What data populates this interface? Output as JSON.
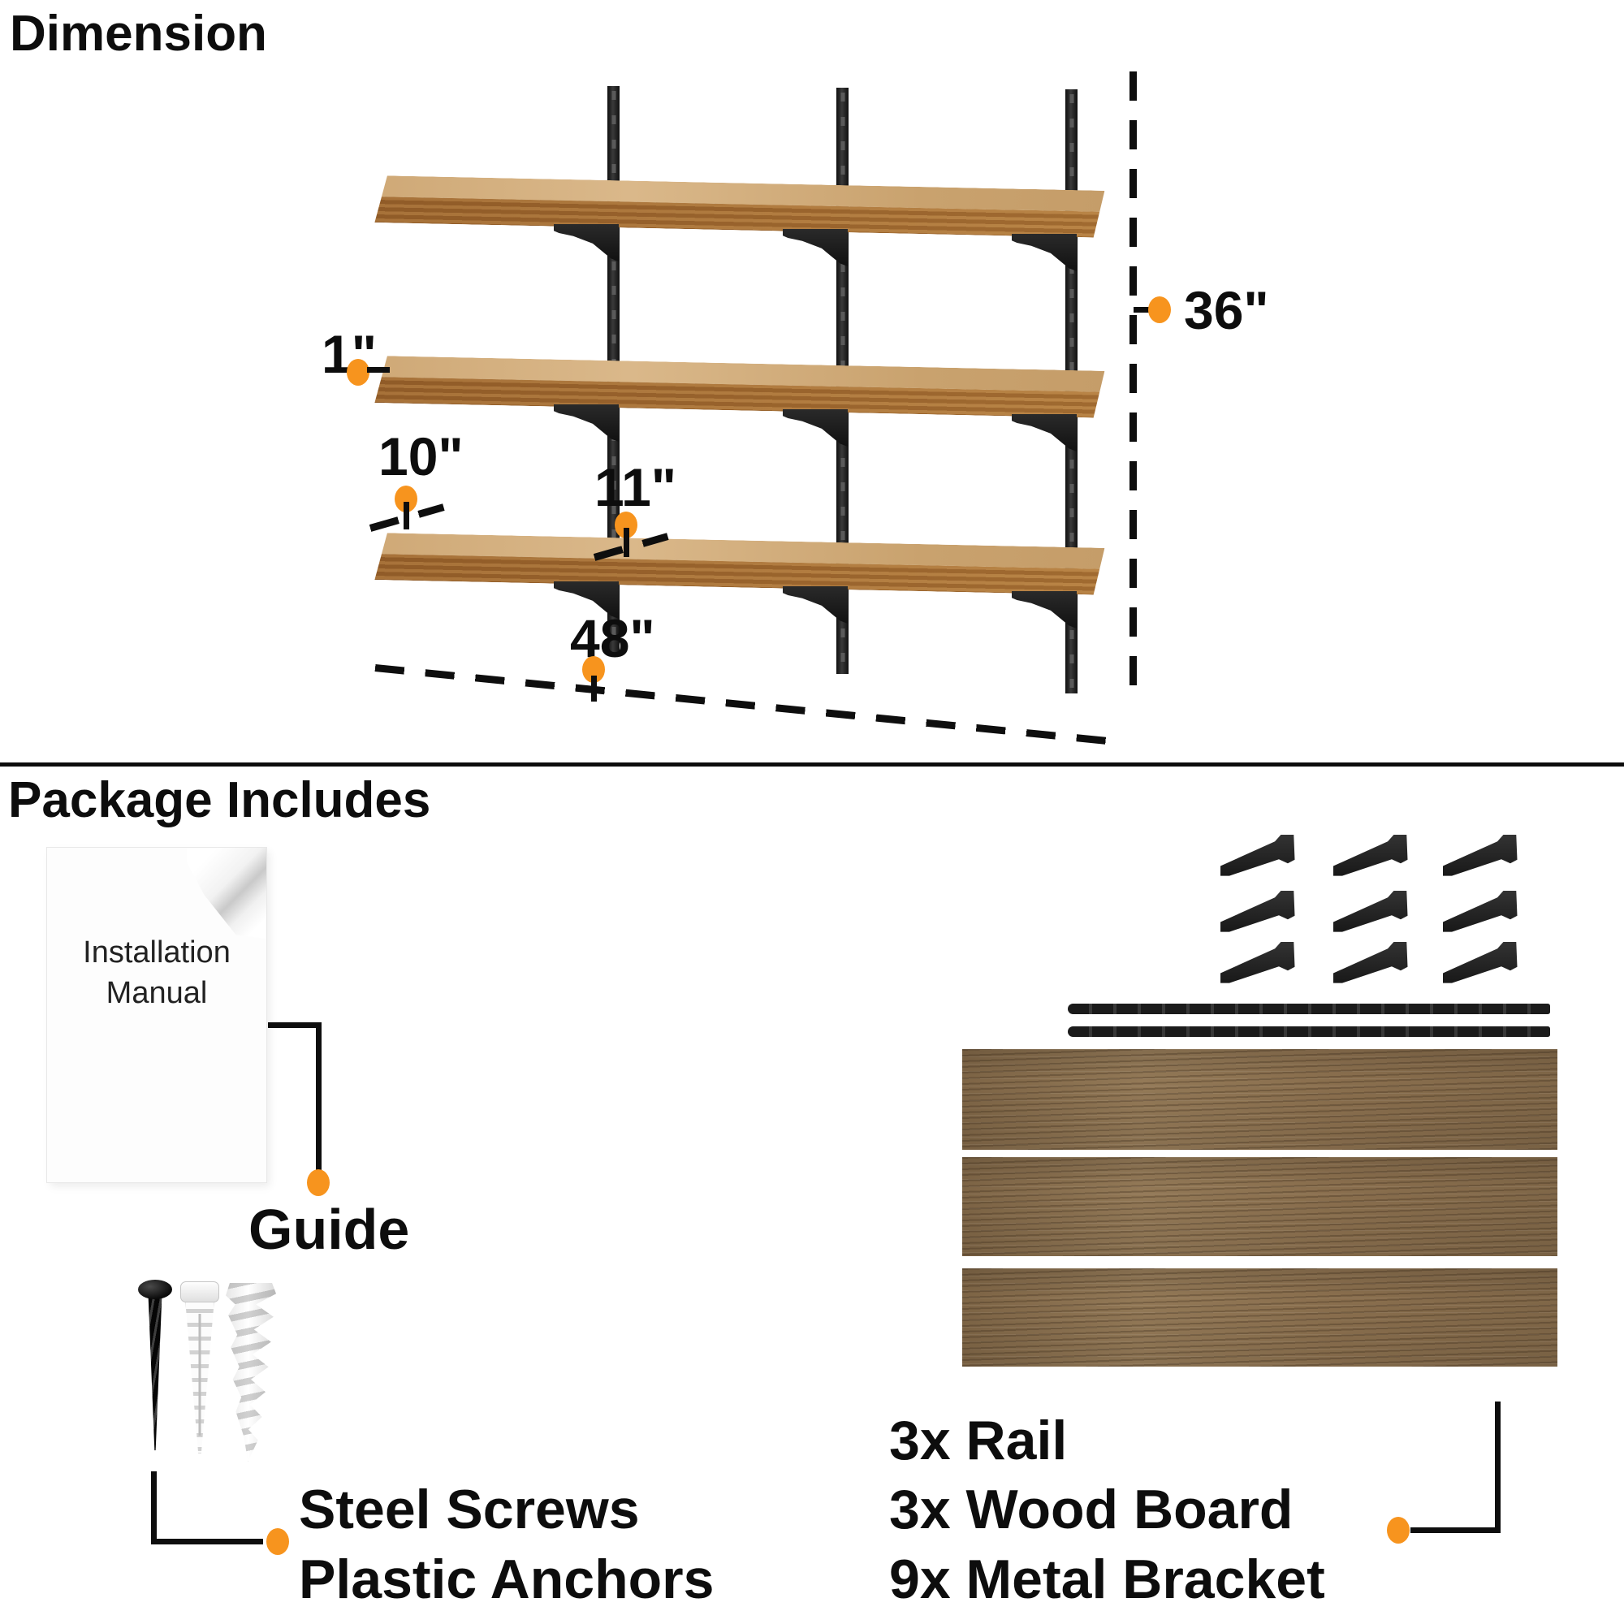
{
  "dimension_section": {
    "title": "Dimension",
    "annotations": {
      "shelf_thickness": "1\"",
      "shelf_depth_front": "10\"",
      "shelf_depth_back": "11\"",
      "total_width": "48\"",
      "total_height": "36\""
    }
  },
  "package_section": {
    "title": "Package Includes",
    "manual": {
      "line1": "Installation",
      "line2": "Manual"
    },
    "guide_label": "Guide",
    "fasteners": {
      "line1": "Steel Screws",
      "line2": "Plastic Anchors"
    },
    "contents": {
      "rail": "3x Rail",
      "board": "3x Wood Board",
      "bracket": "9x Metal Bracket"
    }
  },
  "colors": {
    "accent": "#F7941E",
    "ink": "#111111",
    "metal": "#222222",
    "wood_light": "#D0AA78",
    "wood_dark": "#8A6F4E"
  }
}
